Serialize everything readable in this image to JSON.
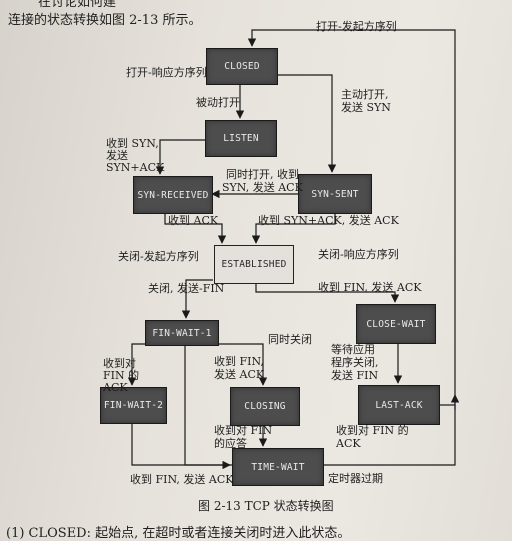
{
  "intro": {
    "line1": "在讨论如何建",
    "line2": "连接的状态转换如图 2-13 所示。"
  },
  "states": {
    "closed": "CLOSED",
    "listen": "LISTEN",
    "syn_received": "SYN-RECEIVED",
    "syn_sent": "SYN-SENT",
    "established": "ESTABLISHED",
    "fin_wait_1": "FIN-WAIT-1",
    "close_wait": "CLOSE-WAIT",
    "fin_wait_2": "FIN-WAIT-2",
    "closing": "CLOSING",
    "last_ack": "LAST-ACK",
    "time_wait": "TIME-WAIT"
  },
  "labels": {
    "open_send_seq": "打开-发起方序列",
    "open_resp_seq": "打开-响应方序列",
    "passive_open": "被动打开",
    "active_open_1": "主动打开,",
    "active_open_2": "发送 SYN",
    "recv_syn_1": "收到 SYN,",
    "recv_syn_2": "发送",
    "recv_syn_3": "SYN+ACK",
    "simul_open_1": "同时打开, 收到",
    "simul_open_2": "SYN, 发送 ACK",
    "recv_ack": "收到 ACK",
    "recv_synack_send_ack": "收到 SYN+ACK, 发送 ACK",
    "close_send_seq": "关闭-发起方序列",
    "close_resp_seq": "关闭-响应方序列",
    "close_send_fin": "关闭, 发送-FIN",
    "recv_fin_send_ack": "收到 FIN, 发送 ACK",
    "simul_close": "同时关闭",
    "recv_ack_of_fin_1": "收到对",
    "recv_ack_of_fin_2": "FIN 的",
    "recv_ack_of_fin_3": "ACK",
    "closing_recv_fin_1": "收到 FIN,",
    "closing_recv_fin_2": "发送 ACK",
    "wait_app_1": "等待应用",
    "wait_app_2": "程序关闭,",
    "wait_app_3": "发送 FIN",
    "fin_reply_1": "收到对 FIN",
    "fin_reply_2": "的应答",
    "lastack_fin_1": "收到对 FIN 的",
    "lastack_fin_2": "ACK",
    "fw2_recv_fin": "收到 FIN, 发送 ACK",
    "timer_expire": "定时器过期"
  },
  "caption": "图 2-13   TCP 状态转换图",
  "footer": "(1) CLOSED: 起始点, 在超时或者连接关闭时进入此状态。"
}
